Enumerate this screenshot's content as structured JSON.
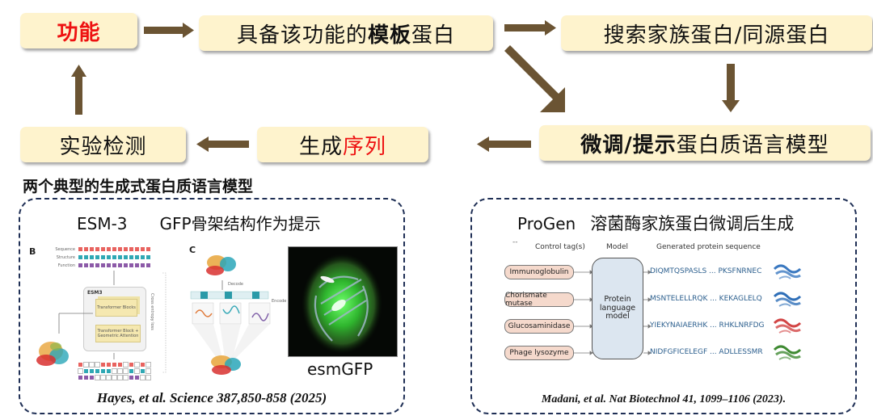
{
  "workflow": {
    "boxes": {
      "function": {
        "text": "功能"
      },
      "template": {
        "pre": "具备该功能的",
        "bold": "模板",
        "post": "蛋白"
      },
      "search": {
        "text": "搜索家族蛋白/同源蛋白"
      },
      "plm": {
        "bold": "微调/提示",
        "post": "蛋白质语言模型"
      },
      "generate": {
        "pre": "生成",
        "red": "序列"
      },
      "test": {
        "text": "实验检测"
      }
    },
    "colors": {
      "box_fill": "#fef3cd",
      "arrow": "#6b5433",
      "highlight": "#ee1111"
    }
  },
  "subheading": "两个典型的生成式蛋白质语言模型",
  "panels": {
    "esm": {
      "title_model": "ESM-3",
      "title_desc": "GFP骨架结构作为提示",
      "figB": {
        "letter": "B",
        "row_labels": [
          "Sequence",
          "Structure",
          "Function"
        ],
        "box_title": "ESM3",
        "block1": "Transformer Blocks",
        "block2": "Transformer Block + Geometric Attention",
        "side_label": "Cross entropy loss"
      },
      "figC": {
        "letter": "C",
        "decode": "Decode",
        "encode": "Encode"
      },
      "gfp_label": "esmGFP",
      "citation": "Hayes, et al. Science 387,850-858 (2025)"
    },
    "progen": {
      "title_model": "ProGen",
      "title_desc": "溶菌酶家族蛋白微调后生成",
      "dash": "--",
      "headers": {
        "tags": "Control tag(s)",
        "model": "Model",
        "seq": "Generated protein sequence"
      },
      "model_label": "Protein language model",
      "rows": [
        {
          "tag": "Immunoglobulin",
          "sequence": "DIQMTQSPASLS ... PKSFNRNEC",
          "structure_color": "#3a78c0"
        },
        {
          "tag": "Chorismate mutase",
          "sequence": "MSNTELELLRQK ... KEKAGLELQ",
          "structure_color": "#2f6fb8"
        },
        {
          "tag": "Glucosaminidase",
          "sequence": "YIEKYNAIAERHK ... RHKLNRFDG",
          "structure_color": "#d24545"
        },
        {
          "tag": "Phage lysozyme",
          "sequence": "NIDFGFICELEGF ... ADLLESSMR",
          "structure_color": "#3f8a32"
        }
      ],
      "citation": "Madani, et al. Nat Biotechnol 41, 1099–1106 (2023)."
    }
  }
}
